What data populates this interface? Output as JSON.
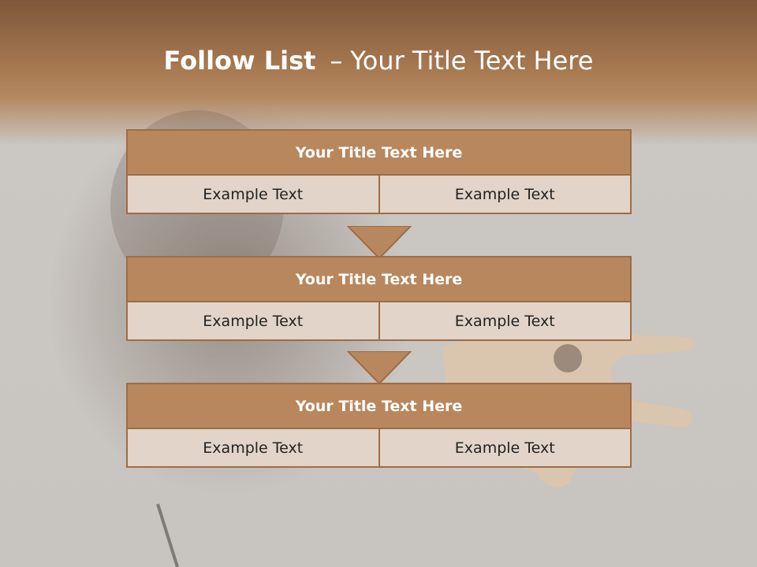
{
  "slide": {
    "title_bold": "Follow List",
    "title_dash": "–",
    "title_rest": "Your Title Text Here"
  },
  "boxes": [
    {
      "title": "Your Title Text Here",
      "left": "Example Text",
      "right": "Example Text"
    },
    {
      "title": "Your Title Text Here",
      "left": "Example Text",
      "right": "Example Text"
    },
    {
      "title": "Your Title Text Here",
      "left": "Example Text",
      "right": "Example Text"
    }
  ],
  "colors": {
    "header_brown": "#b8875d",
    "border_brown": "#9c6d48",
    "cell_fill": "#e2d4c8",
    "background_gray": "#cbc7c3"
  }
}
